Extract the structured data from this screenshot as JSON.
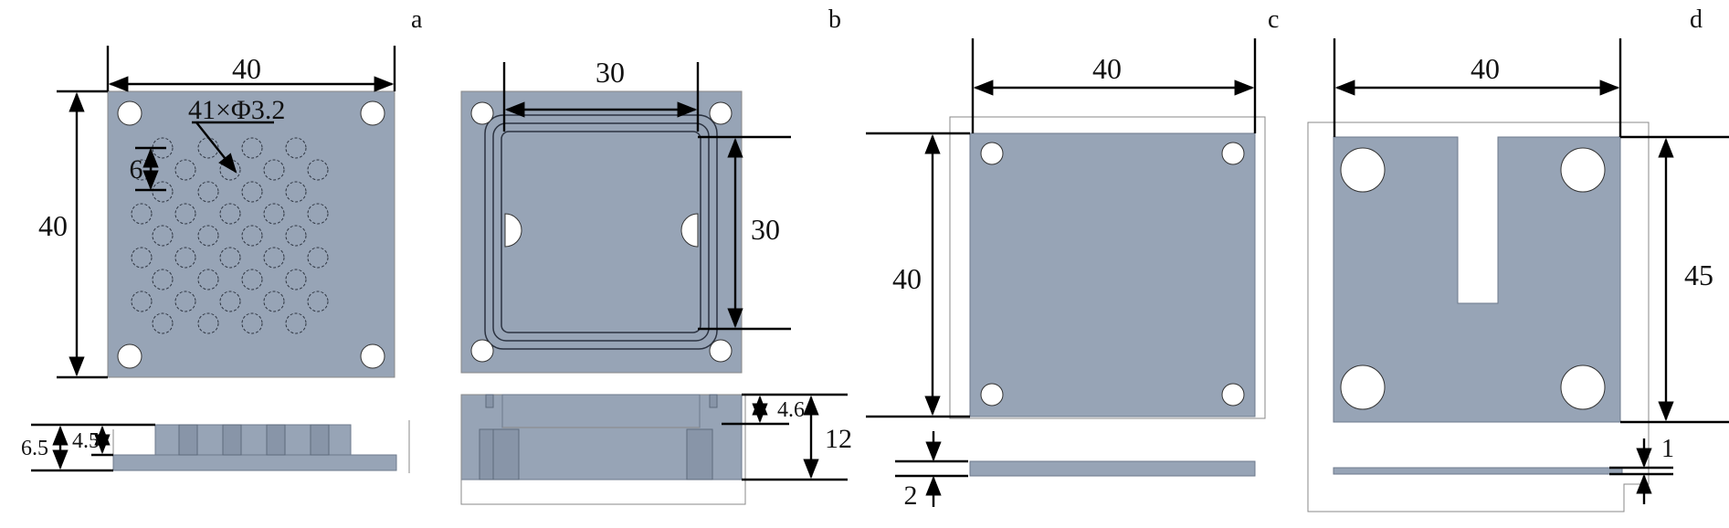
{
  "panels": [
    {
      "label": "a",
      "dims": {
        "width": "40",
        "height": "40",
        "pitch": "6",
        "holes": "41×Φ3.2",
        "total_thickness": "6.5",
        "pin_thickness": "4.5"
      }
    },
    {
      "label": "b",
      "dims": {
        "width": "30",
        "height": "30",
        "groove_depth": "4.6",
        "thickness": "12"
      }
    },
    {
      "label": "c",
      "dims": {
        "width": "40",
        "height": "40",
        "thickness": "2"
      }
    },
    {
      "label": "d",
      "dims": {
        "width": "40",
        "height": "45",
        "thickness": "1"
      }
    }
  ]
}
